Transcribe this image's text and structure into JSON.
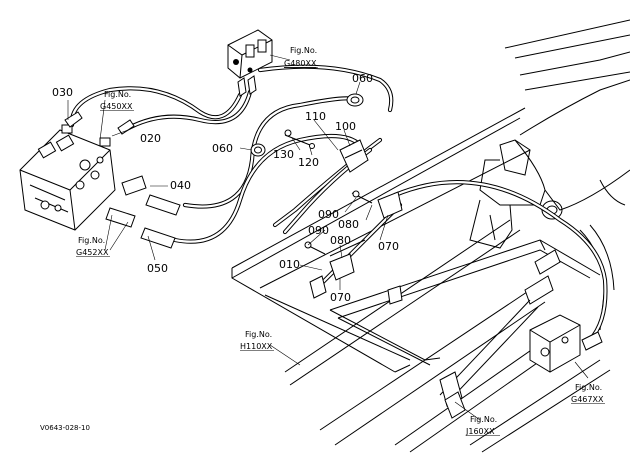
{
  "drawing_ref": "V0643-028-10",
  "figure_refs": [
    {
      "id": "g480",
      "prefix": "Fig.No.",
      "code": "G480XX"
    },
    {
      "id": "g450",
      "prefix": "Fig.No.",
      "code": "G450XX"
    },
    {
      "id": "g452",
      "prefix": "Fig.No.",
      "code": "G452XX"
    },
    {
      "id": "h110",
      "prefix": "Fig.No.",
      "code": "H110XX"
    },
    {
      "id": "j160",
      "prefix": "Fig.No.",
      "code": "J160XX"
    },
    {
      "id": "g467",
      "prefix": "Fig.No.",
      "code": "G467XX"
    }
  ],
  "part_labels": [
    "030",
    "020",
    "040",
    "050",
    "060",
    "060",
    "110",
    "100",
    "130",
    "120",
    "090",
    "080",
    "070",
    "090",
    "080",
    "010",
    "070"
  ]
}
